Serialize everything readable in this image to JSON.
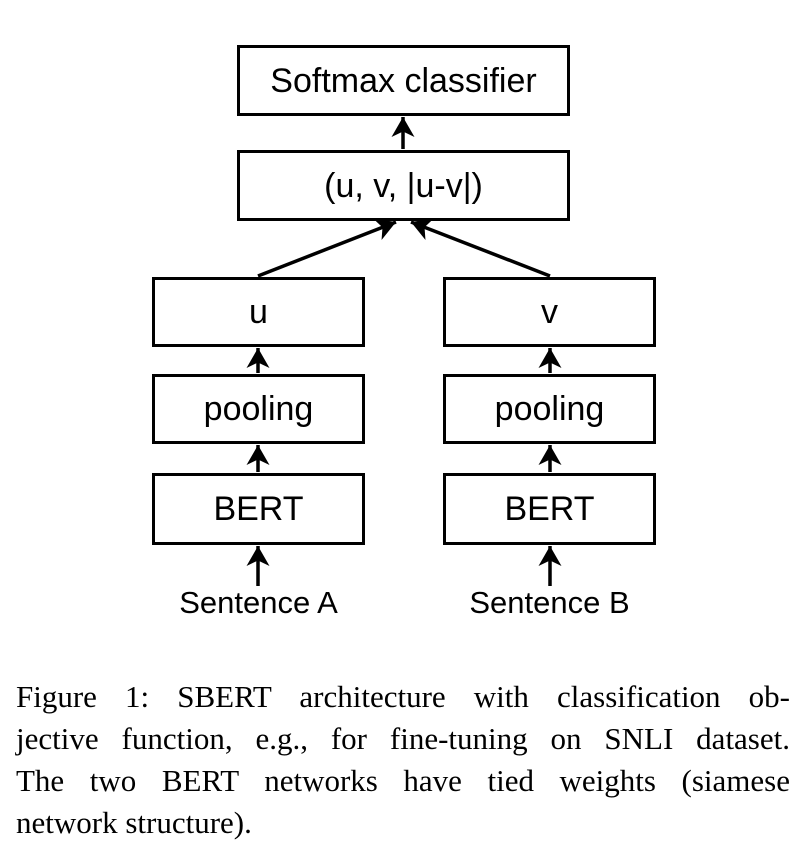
{
  "figure": {
    "type": "architecture-diagram",
    "boxes": {
      "softmax": "Softmax classifier",
      "concat": "(u, v, |u-v|)",
      "u": "u",
      "v": "v",
      "pooling_left": "pooling",
      "pooling_right": "pooling",
      "bert_left": "BERT",
      "bert_right": "BERT"
    },
    "inputs": {
      "sentence_a": "Sentence A",
      "sentence_b": "Sentence B"
    },
    "edges": [
      {
        "from": "sentence_a",
        "to": "bert_left"
      },
      {
        "from": "sentence_b",
        "to": "bert_right"
      },
      {
        "from": "bert_left",
        "to": "pooling_left"
      },
      {
        "from": "bert_right",
        "to": "pooling_right"
      },
      {
        "from": "pooling_left",
        "to": "u"
      },
      {
        "from": "pooling_right",
        "to": "v"
      },
      {
        "from": "u",
        "to": "concat"
      },
      {
        "from": "v",
        "to": "concat"
      },
      {
        "from": "concat",
        "to": "softmax"
      }
    ]
  },
  "caption": {
    "lines": [
      "Figure 1: SBERT architecture with classification ob-",
      "jective function, e.g., for fine-tuning on SNLI dataset.",
      "The two BERT networks have tied weights (siamese",
      "network structure)."
    ]
  },
  "colors": {
    "ink": "#000000",
    "background": "#ffffff"
  }
}
